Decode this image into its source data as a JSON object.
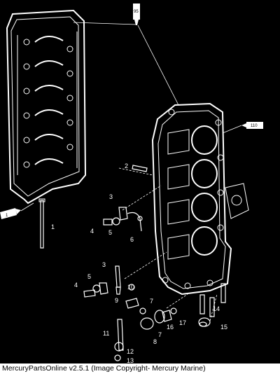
{
  "diagram": {
    "callouts": {
      "c1": "1",
      "c2": "2",
      "c3a": "3",
      "c3b": "3",
      "c4a": "4",
      "c4b": "4",
      "c5a": "5",
      "c5b": "5",
      "c6": "6",
      "c7a": "7",
      "c7b": "7",
      "c8": "8",
      "c9": "9",
      "c10": "10",
      "c11": "11",
      "c12": "12",
      "c13": "13",
      "c14": "14",
      "c15": "15",
      "c16": "16",
      "c17": "17"
    },
    "tubes": {
      "t95": "95",
      "t110": "110",
      "t1": "1"
    }
  },
  "footer": {
    "text": "MercuryPartsOnline v2.5.1 (Image Copyright- Mercury Marine)"
  }
}
